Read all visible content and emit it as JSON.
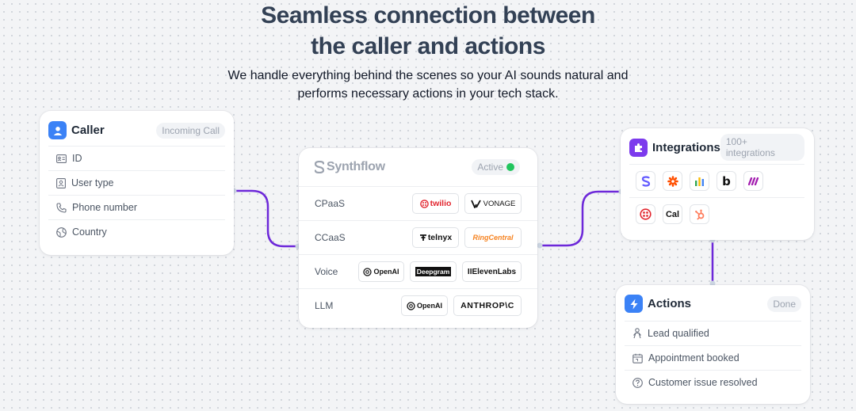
{
  "header": {
    "title_line1": "Seamless connection between",
    "title_line2": "the caller and actions",
    "subtitle_line1": "We handle everything behind the scenes so your AI sounds natural and",
    "subtitle_line2": "performs necessary actions in your tech stack."
  },
  "caller": {
    "title": "Caller",
    "badge": "Incoming Call",
    "fields": [
      {
        "label": "ID",
        "icon": "id-card-icon"
      },
      {
        "label": "User type",
        "icon": "user-badge-icon"
      },
      {
        "label": "Phone number",
        "icon": "phone-icon"
      },
      {
        "label": "Country",
        "icon": "globe-icon"
      }
    ]
  },
  "synthflow": {
    "brand": "Synthflow",
    "status": "Active",
    "status_color": "#22c55e",
    "rows": [
      {
        "label": "CPaaS",
        "logos": [
          "twilio",
          "VONAGE"
        ]
      },
      {
        "label": "CCaaS",
        "logos": [
          "telnyx",
          "RingCentral"
        ]
      },
      {
        "label": "Voice",
        "logos": [
          "OpenAI",
          "Deepgram",
          "IIElevenLabs"
        ]
      },
      {
        "label": "LLM",
        "logos": [
          "OpenAI",
          "ANTHROP\\C"
        ]
      }
    ]
  },
  "integrations": {
    "title": "Integrations",
    "badge": "100+ integrations",
    "icons_row1": [
      "stripe-icon",
      "zapier-icon",
      "google-sheets-icon",
      "bland-icon",
      "make-icon"
    ],
    "icons_row2": [
      "twilio-icon",
      "cal-icon",
      "hubspot-icon"
    ],
    "cal_label": "Cal",
    "b_label": "b"
  },
  "actions": {
    "title": "Actions",
    "badge": "Done",
    "items": [
      {
        "label": "Lead qualified",
        "icon": "person-icon"
      },
      {
        "label": "Appointment booked",
        "icon": "calendar-icon"
      },
      {
        "label": "Customer issue resolved",
        "icon": "help-circle-icon"
      }
    ]
  },
  "colors": {
    "connector": "#6d28d9",
    "caller_icon": "#3b82f6",
    "integrations_icon": "#7c3aed",
    "actions_icon": "#3b82f6"
  }
}
